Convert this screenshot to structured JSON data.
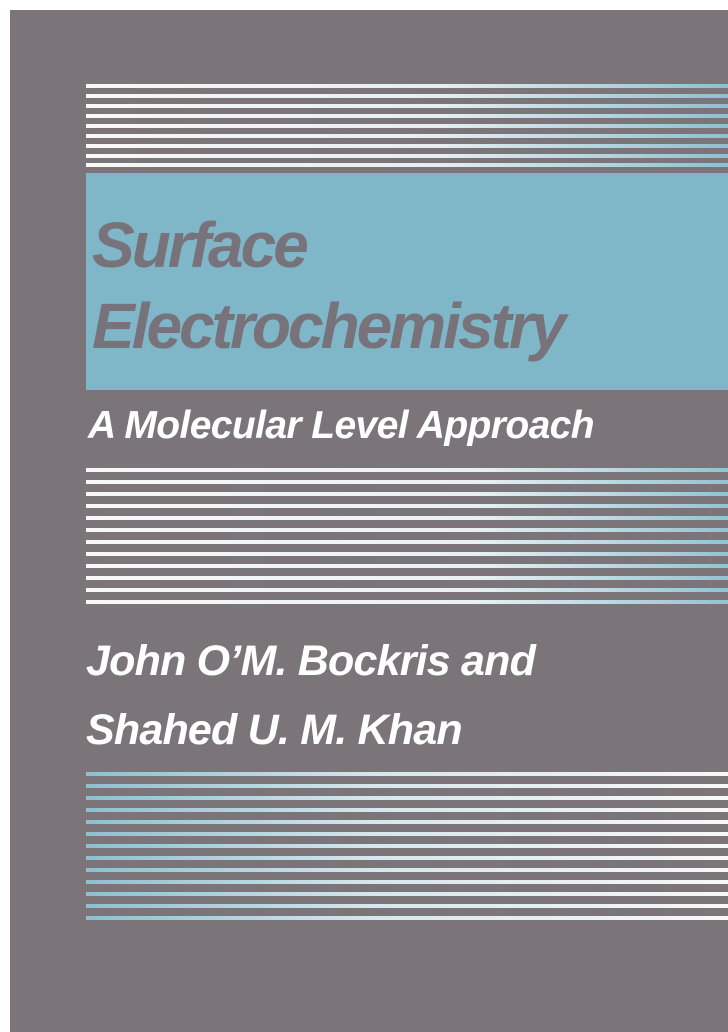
{
  "book": {
    "title_line_1": "Surface",
    "title_line_2": "Electrochemistry",
    "subtitle": "A Molecular Level Approach",
    "author_line_1": "John O’M. Bockris and",
    "author_line_2": "Shahed U. M. Khan"
  },
  "colors": {
    "background": "#7b7478",
    "accent_blue": "#7fb6c8",
    "stripe_light": "#f6f6f4",
    "title_text": "#78727a",
    "white_text": "#ffffff"
  }
}
